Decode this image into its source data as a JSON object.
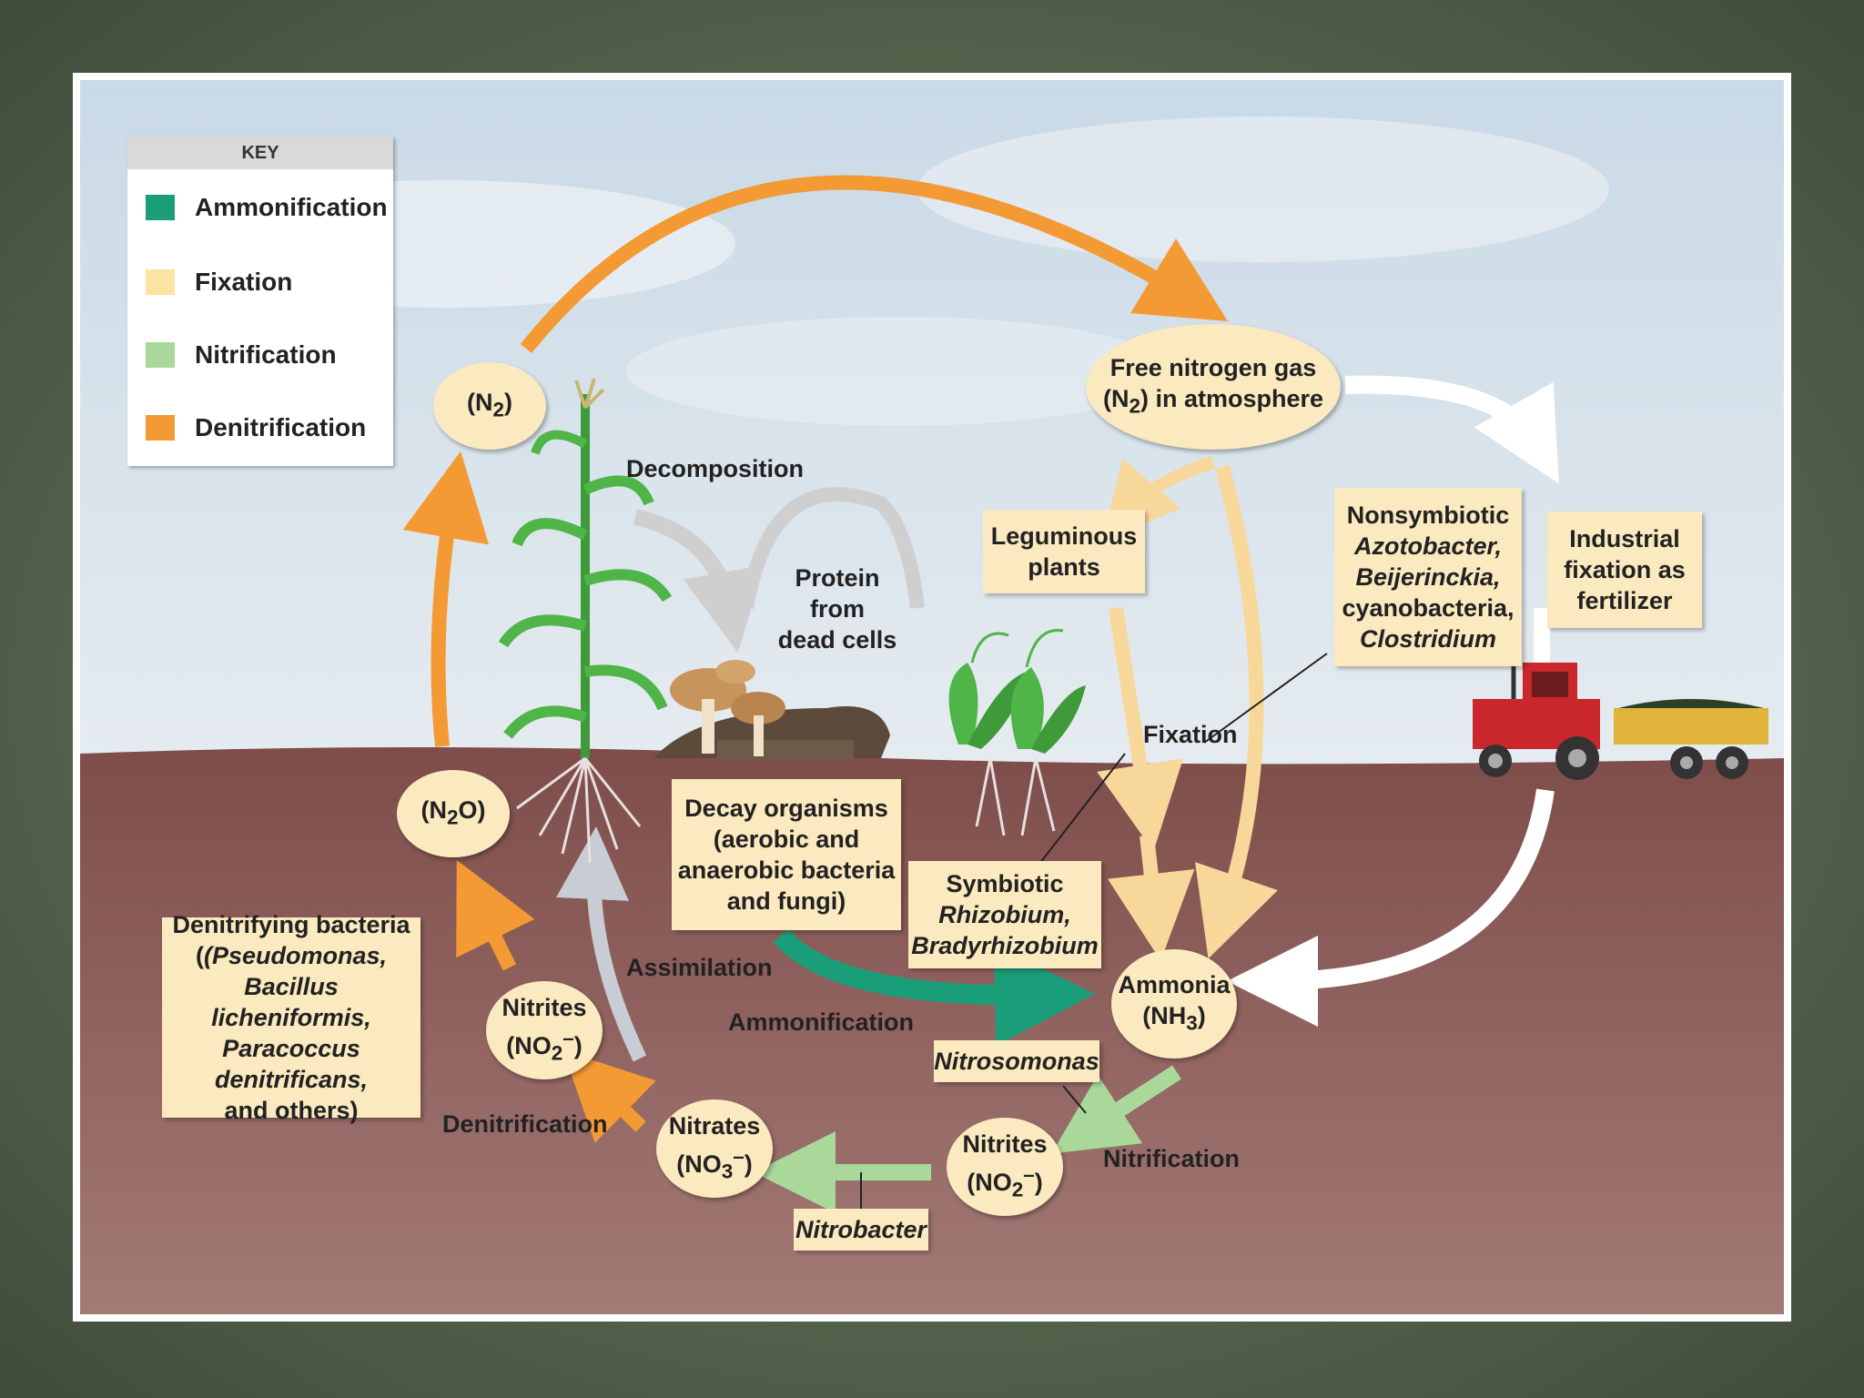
{
  "key": {
    "title": "KEY",
    "items": [
      {
        "label": "Ammonification",
        "color": "#1a9e7a"
      },
      {
        "label": "Fixation",
        "color": "#fbe3a1"
      },
      {
        "label": "Nitrification",
        "color": "#a9d89a"
      },
      {
        "label": "Denitrification",
        "color": "#f39a34"
      }
    ]
  },
  "nodes": {
    "n2_left": "(N",
    "n2_left_sub": "2",
    "n2_left_end": ")",
    "free_n2_line1": "Free nitrogen gas",
    "free_n2_line2a": "(N",
    "free_n2_line2_sub": "2",
    "free_n2_line2b": ") in atmosphere",
    "n2o_a": "(N",
    "n2o_sub": "2",
    "n2o_b": "O)",
    "nitrites_left_line1": "Nitrites",
    "nitrites_left_line2a": "(NO",
    "nitrites_left_sub": "2",
    "nitrites_left_sup": "–",
    "nitrites_left_line2b": ")",
    "nitrates_line1": "Nitrates",
    "nitrates_line2a": "(NO",
    "nitrates_sub": "3",
    "nitrates_sup": "–",
    "nitrates_line2b": ")",
    "nitrites_right_line1": "Nitrites",
    "nitrites_right_line2a": "(NO",
    "nitrites_right_sub": "2",
    "nitrites_right_sup": "–",
    "nitrites_right_line2b": ")",
    "ammonia_line1": "Ammonia",
    "ammonia_line2a": "(NH",
    "ammonia_sub": "3",
    "ammonia_line2b": ")"
  },
  "boxes": {
    "leguminous": [
      "Leguminous",
      "plants"
    ],
    "nonsymbiotic": [
      "Nonsymbiotic",
      "Azotobacter,",
      "Beijerinckia,",
      "cyanobacteria,",
      "Clostridium"
    ],
    "industrial": [
      "Industrial",
      "fixation as",
      "fertilizer"
    ],
    "decay": [
      "Decay organisms",
      "(aerobic and",
      "anaerobic bacteria",
      "and fungi)"
    ],
    "symbiotic": [
      "Symbiotic",
      "Rhizobium,",
      "Bradyrhizobium"
    ],
    "denitrifying": [
      "Denitrifying bacteria",
      "(Pseudomonas,",
      "Bacillus licheniformis,",
      "Paracoccus",
      "denitrificans,",
      "and others)"
    ],
    "nitrosomonas": "Nitrosomonas",
    "nitrobacter": "Nitrobacter"
  },
  "labels": {
    "decomposition": "Decomposition",
    "protein": [
      "Protein",
      "from",
      "dead cells"
    ],
    "fixation": "Fixation",
    "assimilation": "Assimilation",
    "ammonification": "Ammonification",
    "denitrification": "Denitrification",
    "nitrification": "Nitrification"
  },
  "colors": {
    "sky_top": "#cfdde8",
    "sky_bottom": "#e9eef2",
    "soil": "#8a5a55",
    "box_fill": "#fbe9bf",
    "ammonification_arrow": "#1a9e7a",
    "fixation_arrow": "#f8d79a",
    "nitrification_arrow": "#a9d89a",
    "denitrification_arrow": "#f39a34",
    "decomposition_arrow": "#cfcfcf"
  }
}
